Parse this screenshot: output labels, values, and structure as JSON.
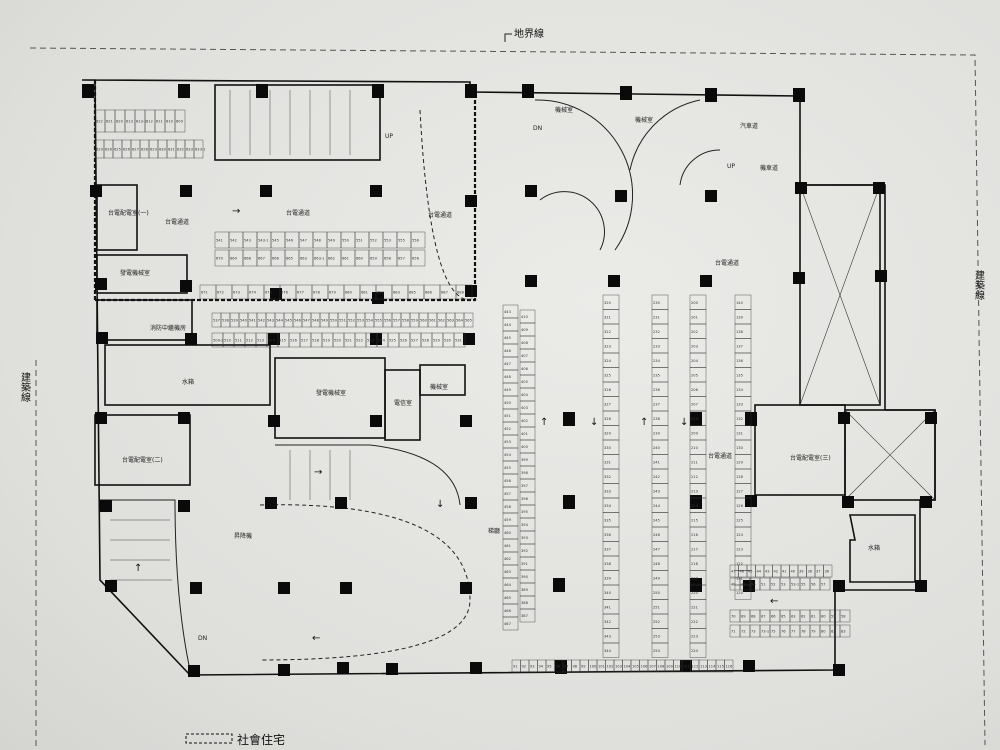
{
  "title_markers": {
    "property_line": "地界線",
    "building_line_left": "建築線",
    "building_line_right": "建築線",
    "legend_social_housing": "社會住宅"
  },
  "rooms": {
    "taipower_room_1": "台電配電室(一)",
    "taipower_room_2": "台電配電室(二)",
    "taipower_room_3": "台電配電室(三)",
    "generator_room_1": "發電機械室",
    "generator_room_2": "發電機械室",
    "fire_relay_room": "消防中繼機房",
    "water_tank_1": "水箱",
    "water_tank_2": "水箱",
    "telecom_room": "電信室",
    "mech_room_1": "機械室",
    "mech_room_2": "機械室",
    "mech_room_3": "機械室",
    "car_lane": "汽車道",
    "motorcycle_lane": "機車道",
    "taipower_passage_1": "台電通道",
    "taipower_passage_2": "台電通道",
    "taipower_passage_3": "台電通道",
    "taipower_passage_4": "台電通道",
    "taipower_passage_5": "台電通道",
    "elevator_hall_1": "昇降機",
    "elevator_hall_2": "梯廳",
    "stair_up_1": "UP",
    "stair_up_2": "UP",
    "stair_dn_1": "DN",
    "stair_dn_2": "DN"
  },
  "parking_rows": {
    "top_left_a": [
      "622",
      "621",
      "620",
      "613",
      "613-1",
      "612",
      "611",
      "610",
      "609"
    ],
    "top_left_b": [
      "629",
      "626",
      "625",
      "626",
      "627",
      "628",
      "629",
      "630",
      "631",
      "632",
      "633",
      "633-1"
    ],
    "mid_a": [
      "541",
      "542",
      "543",
      "543-1",
      "545",
      "546",
      "547",
      "548",
      "549",
      "550",
      "551",
      "552",
      "553",
      "555",
      "556"
    ],
    "mid_b": [
      "670",
      "669",
      "668",
      "667",
      "666",
      "665",
      "663",
      "663-1",
      "662",
      "661",
      "660",
      "659",
      "658",
      "657",
      "656"
    ],
    "low_a": [
      "671",
      "672",
      "673",
      "674",
      "675",
      "676",
      "677",
      "678",
      "679",
      "680",
      "681",
      "682",
      "683",
      "685",
      "686",
      "687",
      "688"
    ],
    "long_a": [
      "537",
      "538",
      "539",
      "540",
      "541",
      "542",
      "543",
      "544",
      "545",
      "546",
      "547",
      "548",
      "549",
      "550",
      "551",
      "552",
      "553",
      "554",
      "555",
      "556",
      "557",
      "558",
      "559",
      "560",
      "561",
      "562",
      "563",
      "564",
      "565"
    ],
    "long_b": [
      "509-2",
      "510",
      "511",
      "512",
      "513",
      "514",
      "515",
      "516",
      "517",
      "518",
      "519",
      "520",
      "521",
      "522",
      "523",
      "524",
      "525",
      "526",
      "527",
      "528",
      "529",
      "530",
      "531"
    ],
    "right_a": [
      "47",
      "46",
      "45",
      "44",
      "43",
      "42",
      "41",
      "40",
      "39",
      "38",
      "37",
      "36"
    ],
    "right_b": [
      "48",
      "49",
      "50",
      "51",
      "52",
      "53",
      "53-1",
      "55",
      "56",
      "57"
    ],
    "right_c": [
      "70",
      "69",
      "68",
      "67",
      "66",
      "65",
      "63",
      "62",
      "61",
      "60",
      "59",
      "58"
    ],
    "right_d": [
      "71",
      "72",
      "73",
      "73-1",
      "75",
      "76",
      "77",
      "78",
      "79",
      "80",
      "82",
      "83"
    ],
    "bottom": [
      "91",
      "92",
      "93",
      "94",
      "95",
      "96",
      "97",
      "98",
      "99",
      "100",
      "101",
      "102",
      "103",
      "104",
      "105",
      "106",
      "107",
      "108",
      "109",
      "110",
      "111",
      "112",
      "113",
      "114",
      "115",
      "116"
    ],
    "col_1": [
      "443",
      "444",
      "445",
      "446",
      "447",
      "448",
      "449",
      "450",
      "451",
      "452",
      "453",
      "454",
      "455",
      "456",
      "457",
      "458",
      "459",
      "460",
      "461",
      "462",
      "463",
      "464",
      "465",
      "466",
      "467"
    ],
    "col_2": [
      "410",
      "409",
      "408",
      "407",
      "406",
      "405",
      "404",
      "403",
      "402",
      "401",
      "400",
      "399",
      "398",
      "397",
      "396",
      "395",
      "394",
      "393",
      "392",
      "391",
      "390",
      "389",
      "388",
      "387"
    ],
    "col_3": [
      "320",
      "321",
      "322",
      "323",
      "324",
      "325",
      "326",
      "327",
      "328",
      "329",
      "330",
      "331",
      "332",
      "333",
      "334",
      "335",
      "336",
      "337",
      "338",
      "339",
      "340",
      "341",
      "342",
      "343",
      "344"
    ],
    "col_4": [
      "230",
      "231",
      "232",
      "233",
      "234",
      "235",
      "236",
      "237",
      "238",
      "239",
      "240",
      "241",
      "242",
      "243",
      "244",
      "245",
      "246",
      "247",
      "248",
      "249",
      "250",
      "251",
      "252",
      "253",
      "254"
    ],
    "col_5": [
      "200",
      "201",
      "202",
      "203",
      "204",
      "205",
      "206",
      "207",
      "208",
      "209",
      "210",
      "211",
      "212",
      "213",
      "214",
      "215",
      "216",
      "217",
      "218",
      "219",
      "220",
      "221",
      "222",
      "223",
      "224"
    ],
    "col_6": [
      "140",
      "139",
      "138",
      "137",
      "136",
      "135",
      "134",
      "133",
      "132",
      "131",
      "130",
      "129",
      "128",
      "127",
      "126",
      "125",
      "124",
      "123",
      "122",
      "121",
      "120"
    ]
  },
  "colors": {
    "ink": "#111111",
    "paper": "#e2e2df",
    "column": "#0a0a0a"
  }
}
